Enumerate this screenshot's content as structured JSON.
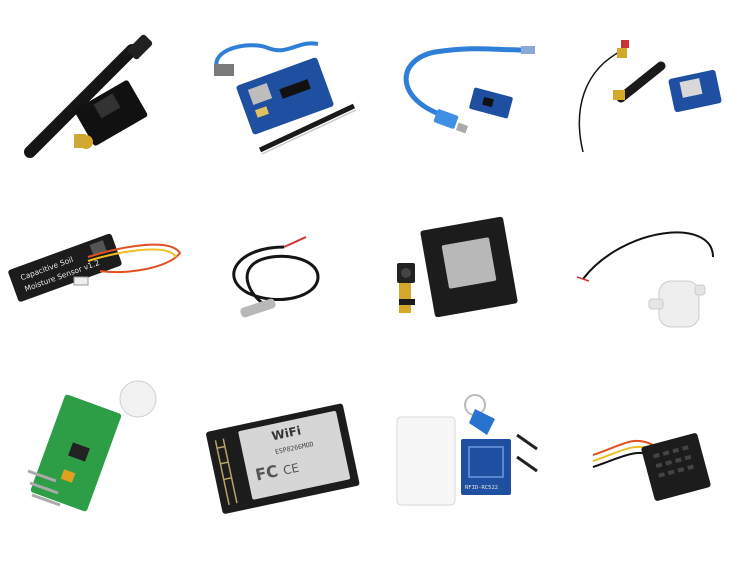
{
  "products": [
    {
      "id": "p1",
      "icon": "nrf24-antenna-module-icon"
    },
    {
      "id": "p2",
      "icon": "arduino-uno-board-icon"
    },
    {
      "id": "p3",
      "icon": "arduino-nano-usb-cable-icon"
    },
    {
      "id": "p4",
      "icon": "gsm-sim800-module-icon"
    },
    {
      "id": "p5",
      "icon": "capacitive-soil-sensor-icon"
    },
    {
      "id": "p6",
      "icon": "ds18b20-temperature-probe-icon"
    },
    {
      "id": "p7",
      "icon": "esp32-cam-module-icon"
    },
    {
      "id": "p8",
      "icon": "mini-water-pump-icon"
    },
    {
      "id": "p9",
      "icon": "pir-motion-sensor-icon"
    },
    {
      "id": "p10",
      "icon": "esp8266-wifi-module-icon"
    },
    {
      "id": "p11",
      "icon": "rfid-rc522-kit-icon"
    },
    {
      "id": "p12",
      "icon": "dht22-humidity-sensor-icon"
    }
  ],
  "labels": {
    "soil_sensor_line1": "Capacitive Soil",
    "soil_sensor_line2": "Moisture Sensor v1.2",
    "wifi_text": "WiFi",
    "esp_text": "ESP8266MOD",
    "fc_text": "FC",
    "ce_text": "CE",
    "rfid_text": "RFID-RC522"
  },
  "colors": {
    "pcb_blue": "#1f4fa0",
    "pcb_green": "#2e9e46",
    "pcb_black": "#1c1c1c",
    "cable_blue": "#2f7fd6",
    "rfid_fob": "#2a72d0"
  }
}
